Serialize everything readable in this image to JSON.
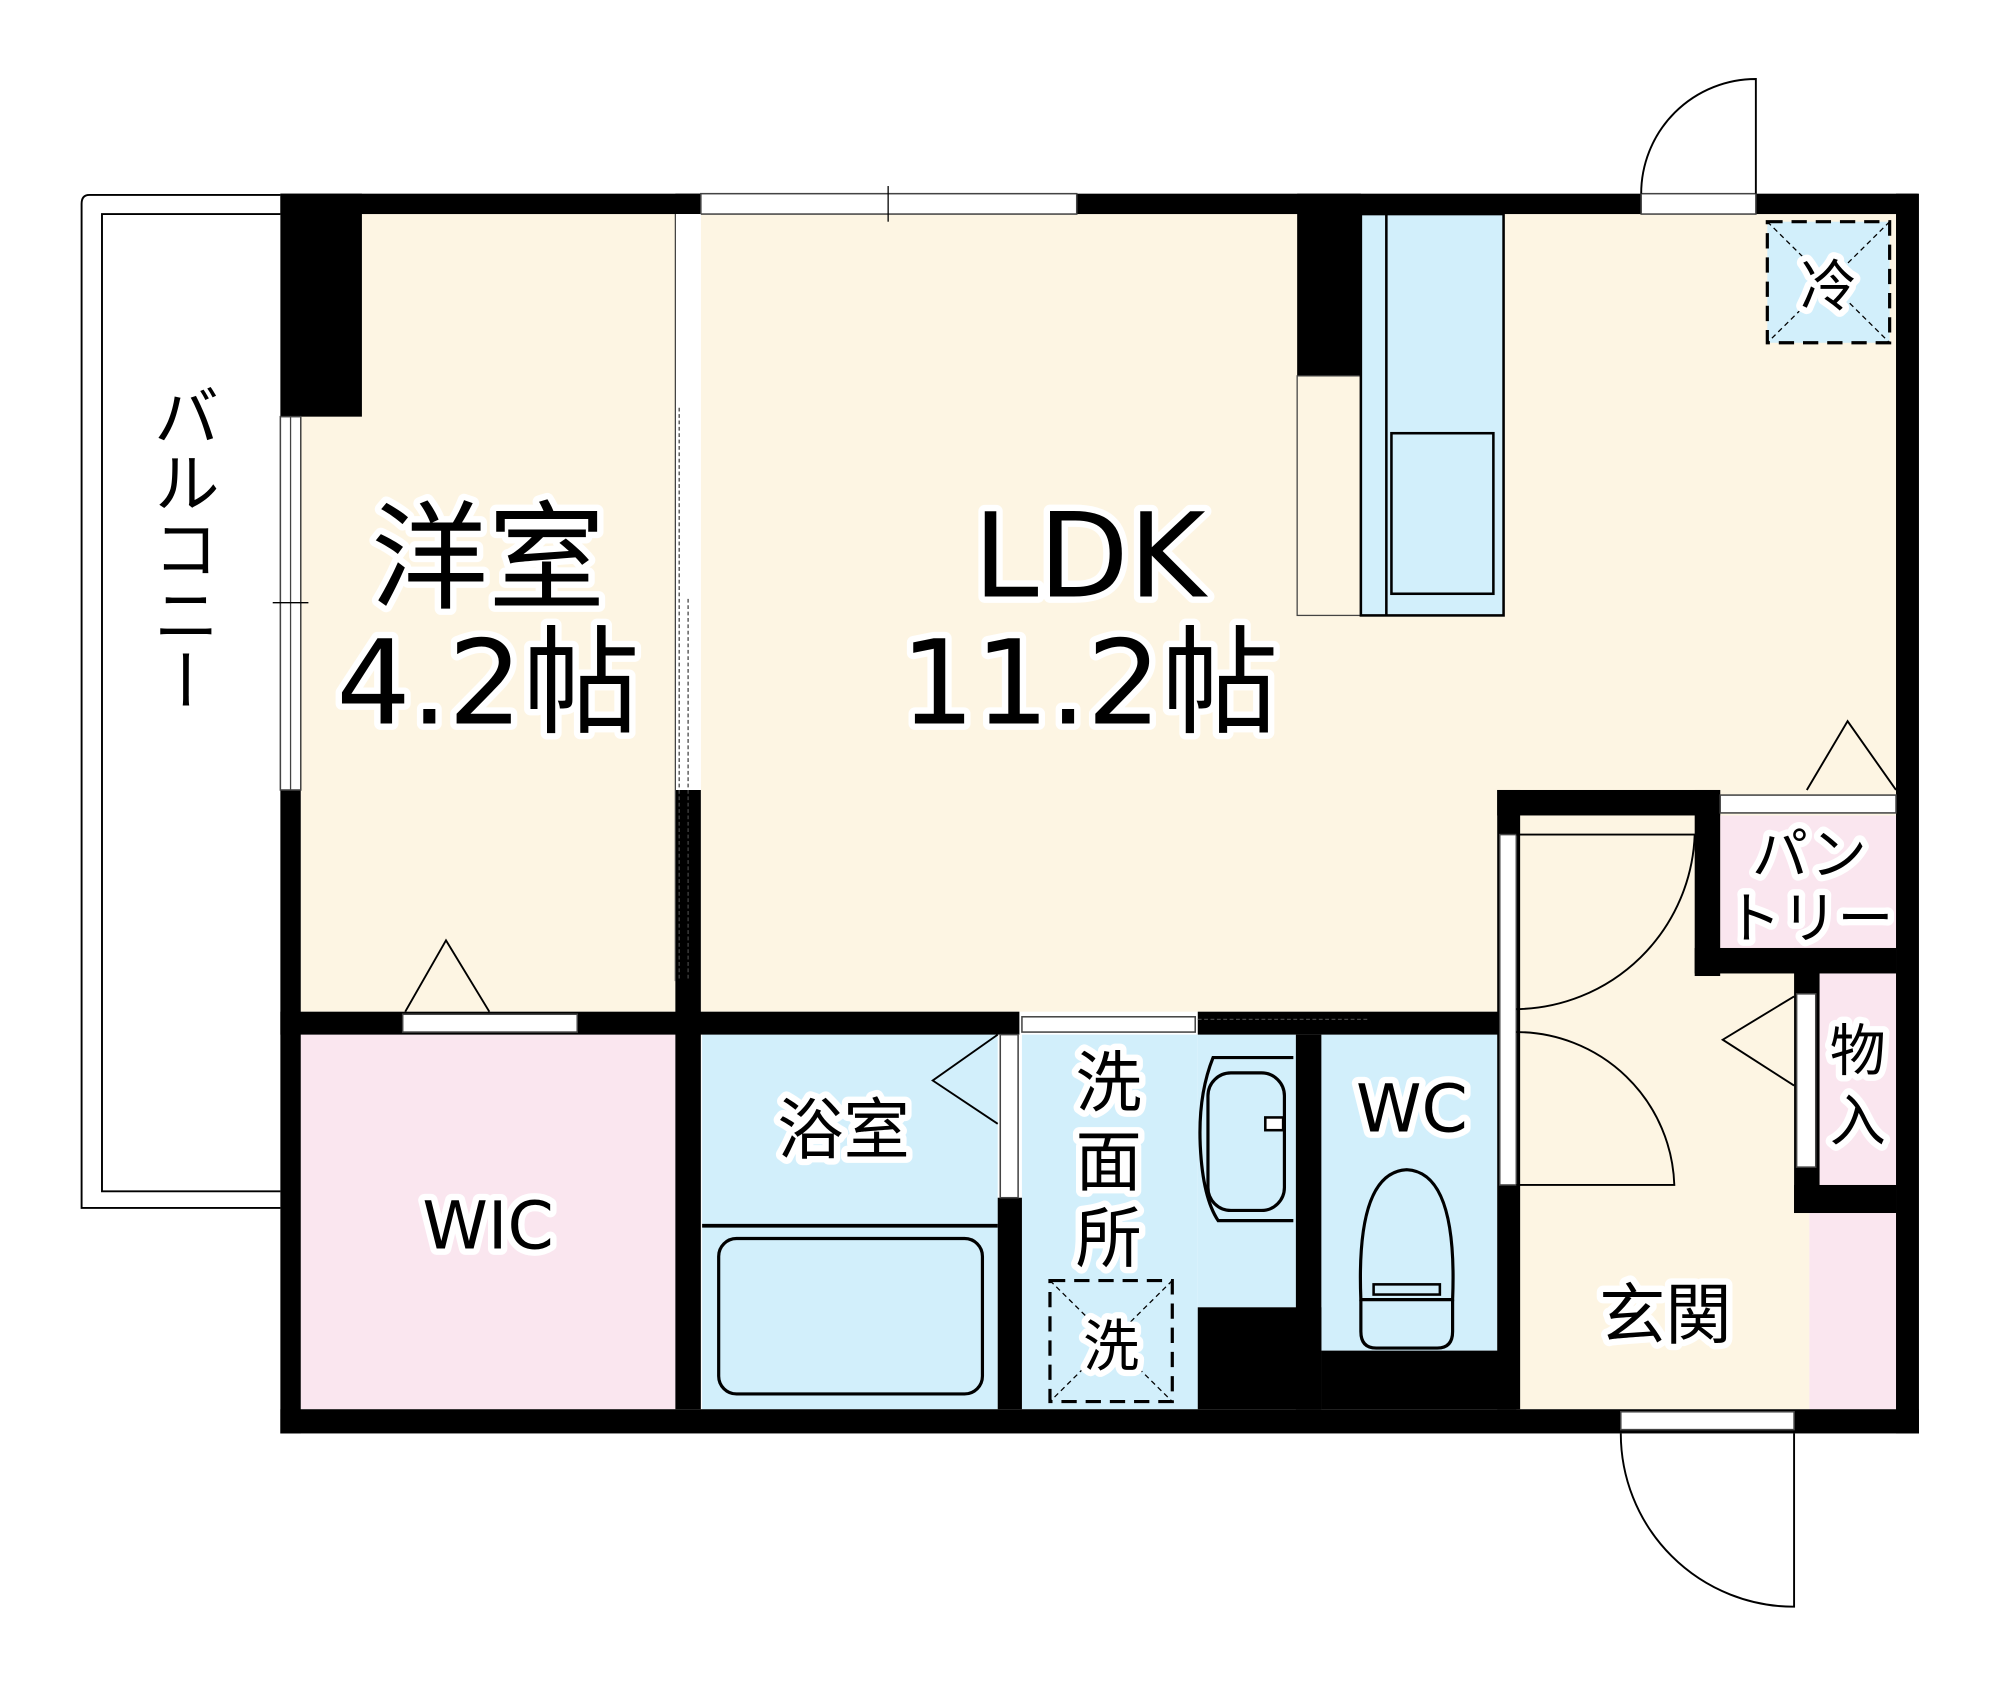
{
  "floor_plan": {
    "colors": {
      "living": "#FDF5E3",
      "storage": "#FAE6EF",
      "wet": "#D2EFFB",
      "wall": "#000000",
      "outside": "#FFFFFF"
    },
    "rooms": {
      "western_room": {
        "name": "洋室",
        "size": "4.2帖"
      },
      "ldk": {
        "name": "LDK",
        "size": "11.2帖"
      },
      "balcony": {
        "name": "バルコニー"
      },
      "wic": {
        "name": "WIC"
      },
      "bath": {
        "name": "浴室"
      },
      "washroom": {
        "line1": "洗",
        "line2": "面",
        "line3": "所"
      },
      "wc": {
        "name": "WC"
      },
      "entrance": {
        "name": "玄関"
      },
      "pantry": {
        "line1": "パン",
        "line2": "トリー"
      },
      "storage": {
        "line1": "物",
        "line2": "入"
      }
    },
    "fixtures": {
      "fridge_space": "冷",
      "washer_space": "洗"
    }
  }
}
